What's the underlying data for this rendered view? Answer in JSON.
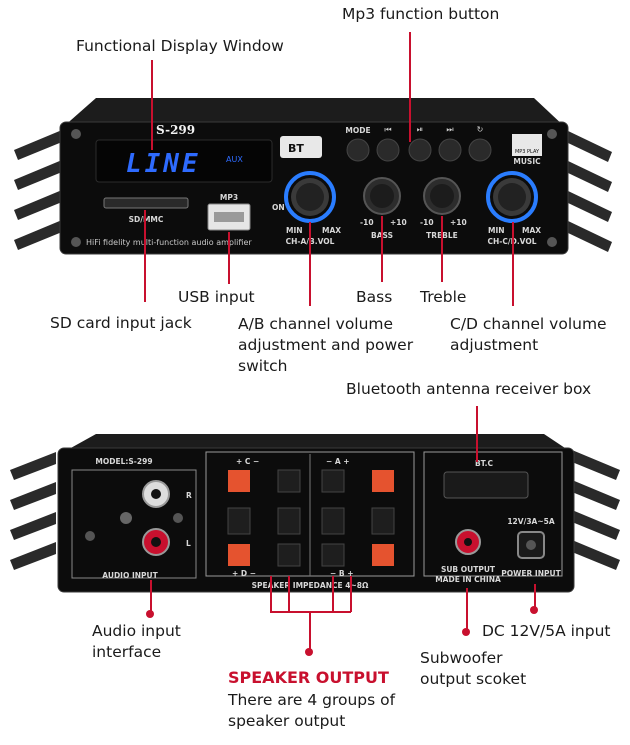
{
  "front": {
    "model": "S-299",
    "display_text": "LINE",
    "display_mode": "AUX",
    "bt_badge": "BT",
    "mode_label": "MODE",
    "sd_label": "SD/MMC",
    "mp3_label": "MP3",
    "tagline": "HiFi fidelity multi-function audio amplifier",
    "knob_ab": {
      "min": "MIN",
      "max": "MAX",
      "name": "CH-A/B.VOL",
      "on": "ON"
    },
    "knob_bass": {
      "min": "-10",
      "max": "+10",
      "name": "BASS"
    },
    "knob_treble": {
      "min": "-10",
      "max": "+10",
      "name": "TREBLE"
    },
    "knob_cd": {
      "min": "MIN",
      "max": "MAX",
      "name": "CH-C/D.VOL"
    },
    "logo_line1": "MP3 PLAY",
    "logo_line2": "MUSIC"
  },
  "back": {
    "model": "MODEL:S-299",
    "audio_input": "AUDIO INPUT",
    "r_label": "R",
    "l_label": "L",
    "spk_top_c": "+   C   −",
    "spk_top_a": "−   A   +",
    "spk_bottom_d": "+   D   −",
    "spk_bottom_b": "−   B   +",
    "impedance": "SPEAKER IMPEDANCE 4~8Ω",
    "btc": "BT.C",
    "sub_output": "SUB OUTPUT",
    "made_in": "MADE IN CHINA",
    "power_spec": "12V/3A~5A",
    "power_input": "POWER INPUT"
  },
  "labels": {
    "mp3_function_button": "Mp3 function button",
    "functional_display_window": "Functional Display Window",
    "usb_input": "USB input",
    "bass": "Bass",
    "treble": "Treble",
    "sd_card": "SD card input jack",
    "ab_volume": "A/B channel volume\nadjustment and power\nswitch",
    "cd_volume": "C/D channel volume\nadjustment",
    "bt_antenna": "Bluetooth antenna receiver box",
    "audio_input": "Audio input\ninterface",
    "speaker_output_title": "SPEAKER OUTPUT",
    "speaker_output_desc": "There are 4 groups of\nspeaker output",
    "subwoofer": "Subwoofer\noutput scoket",
    "dc_input": "DC 12V/5A input"
  },
  "colors": {
    "accent_red": "#c8102e",
    "lcd_blue": "#2e6bff",
    "knob_ring": "#2a7dff"
  }
}
